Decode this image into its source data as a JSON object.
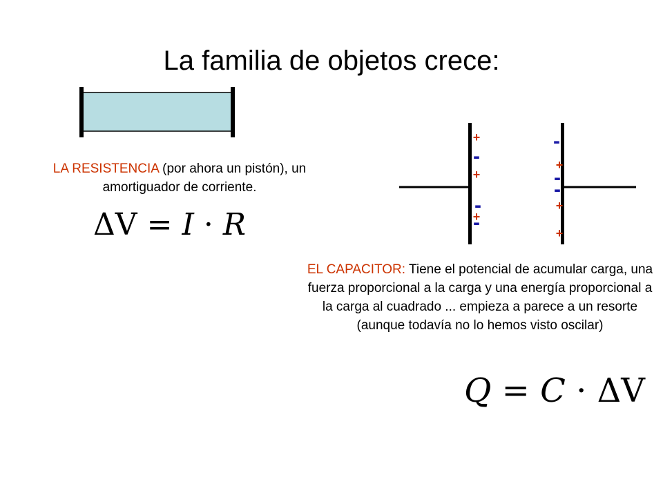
{
  "slide": {
    "title": "La familia de objetos crece:"
  },
  "resistor": {
    "label_highlight": "LA RESISTENCIA",
    "label_rest": " (por ahora un pistón), un amortiguador de corriente.",
    "equation": {
      "lhs": "ΔV",
      "equals": "=",
      "term1": "I",
      "dot": "·",
      "term2": "R"
    }
  },
  "capacitor": {
    "label_highlight": "EL CAPACITOR:",
    "label_rest": " Tiene el potencial de acumular carga, una fuerza proporcional a la carga y una energía proporcional a la carga al cuadrado ... empieza a parece a un resorte (aunque todavía no lo hemos visto oscilar)",
    "equation": {
      "lhs": "Q",
      "equals": "=",
      "term1": "C",
      "dot": "·",
      "term2": "ΔV"
    },
    "left_plate_charges": {
      "plus": "+",
      "minus": "-"
    },
    "right_plate_charges": {
      "plus": "+",
      "minus": "-"
    }
  },
  "colors": {
    "plus_charge": "#cc3300",
    "minus_charge": "#1a1aa6",
    "highlight": "#cc3300",
    "piston_fill": "#b7dde2"
  }
}
